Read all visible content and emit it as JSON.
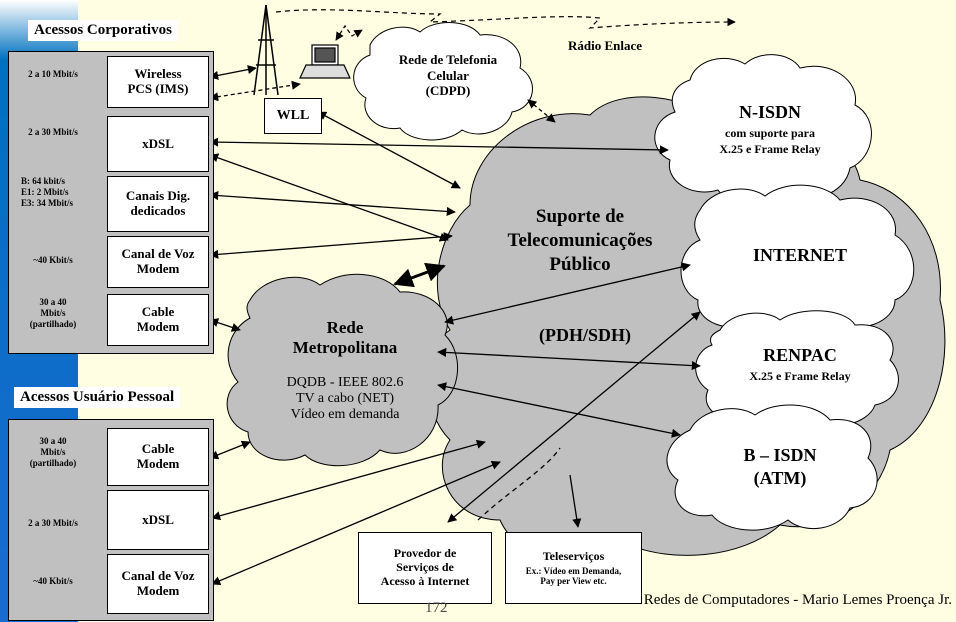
{
  "corporate": {
    "header": "Acessos Corporativos",
    "items": [
      {
        "rate": "2 a 10 Mbit/s",
        "label": "Wireless\nPCS (IMS)"
      },
      {
        "rate": "2 a 30 Mbit/s",
        "label": "xDSL"
      },
      {
        "rate": "B:  64 kbit/s\nE1: 2 Mbit/s\nE3: 34 Mbit/s",
        "label": "Canais Dig.\ndedicados"
      },
      {
        "rate": "~40 Kbit/s",
        "label": "Canal de Voz\nModem"
      },
      {
        "rate": "30 a 40\nMbit/s\n(partilhado)",
        "label": "Cable\nModem"
      }
    ]
  },
  "personal": {
    "header": "Acessos Usuário Pessoal",
    "items": [
      {
        "rate": "30 a 40\nMbit/s\n(partilhado)",
        "label": "Cable\nModem"
      },
      {
        "rate": "2 a 30 Mbit/s",
        "label": "xDSL"
      },
      {
        "rate": "~40 Kbit/s",
        "label": "Canal de Voz\nModem"
      }
    ]
  },
  "wll": "WLL",
  "radio": "Rádio Enlace",
  "cellular": "Rede de Telefonia\nCelular\n(CDPD)",
  "support": {
    "title": "Suporte de\nTelecomunicações\nPúblico",
    "sub": "(PDH/SDH)"
  },
  "metro": {
    "title": "Rede\nMetropolitana",
    "details": "DQDB - IEEE 802.6\nTV a cabo (NET)\nVídeo em demanda"
  },
  "nisdn": {
    "title": "N-ISDN",
    "sub": "com suporte para\nX.25 e Frame Relay"
  },
  "internet": "INTERNET",
  "renpac": {
    "title": "RENPAC",
    "sub": "X.25 e Frame Relay"
  },
  "bisdn": {
    "title": "B – ISDN",
    "sub": "(ATM)"
  },
  "provider": "Provedor de\nServiços de\nAcesso à Internet",
  "teleservices": {
    "title": "Teleserviços",
    "sub": "Ex.: Vídeo em Demanda,\nPay per View etc."
  },
  "footer": {
    "page": "172",
    "credit": "Redes de Computadores - Mario Lemes Proença Jr."
  }
}
